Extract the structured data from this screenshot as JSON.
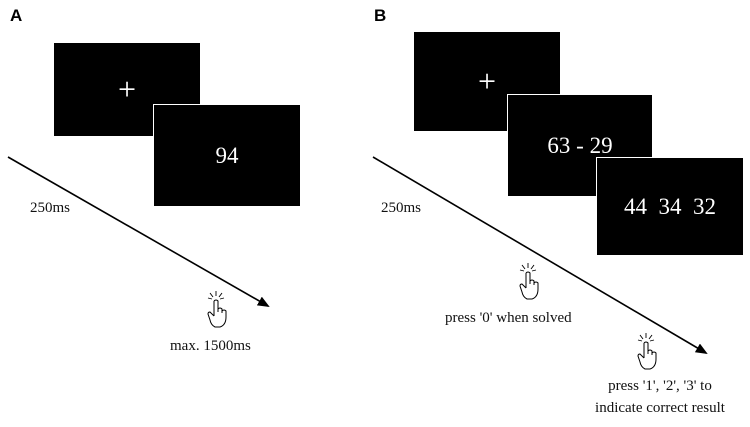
{
  "panel_a": {
    "label": "A",
    "screens": {
      "fixation": "+",
      "stimulus": "94"
    },
    "timing": "250ms",
    "response": "max. 1500ms"
  },
  "panel_b": {
    "label": "B",
    "screens": {
      "fixation": "+",
      "problem": "63 - 29",
      "options": "44  34  32"
    },
    "timing": "250ms",
    "response_solved": "press '0' when solved",
    "response_result_line1": "press '1', '2', '3' to",
    "response_result_line2": "indicate correct result"
  },
  "colors": {
    "screen": "#000000",
    "screen_text": "#ffffff",
    "arrow": "#000000"
  },
  "icons": [
    "pointing-hand-icon"
  ]
}
